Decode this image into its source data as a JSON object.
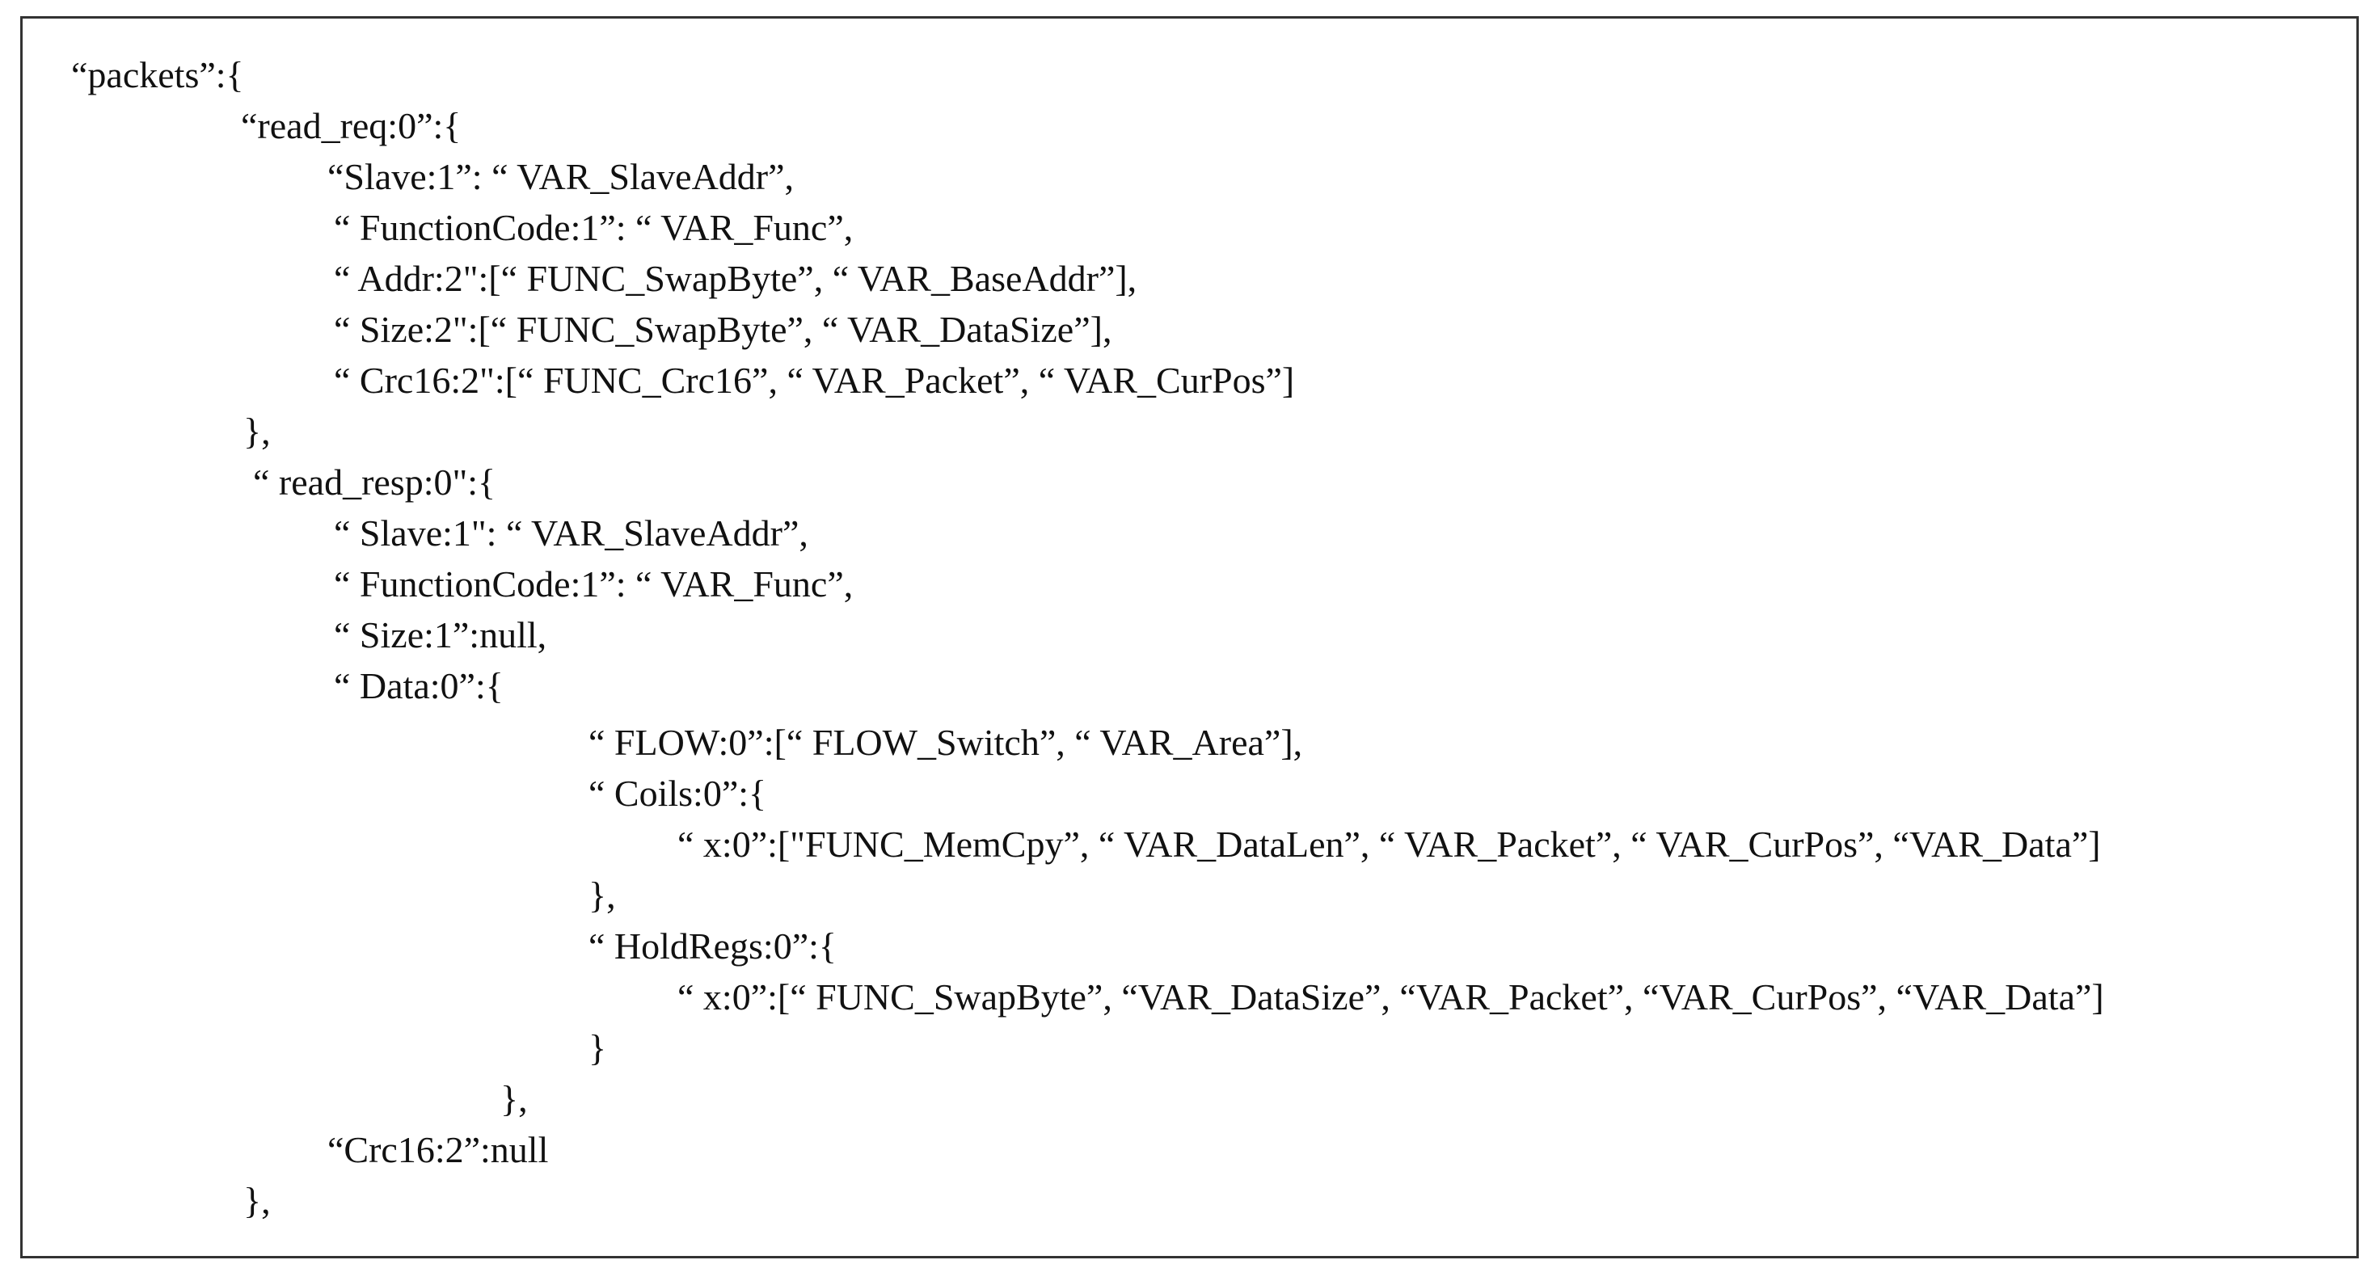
{
  "document": {
    "lines": [
      "“packets”:{",
      "“read_req:0”:{",
      "“Slave:1”: “ VAR_SlaveAddr”,",
      "“ FunctionCode:1”: “ VAR_Func”,",
      "“ Addr:2\":[“ FUNC_SwapByte”, “ VAR_BaseAddr”],",
      "“ Size:2\":[“ FUNC_SwapByte”, “ VAR_DataSize”],",
      "“ Crc16:2\":[“ FUNC_Crc16”, “ VAR_Packet”, “ VAR_CurPos”]",
      "},",
      "“ read_resp:0\":{",
      "“ Slave:1\": “ VAR_SlaveAddr”,",
      "“ FunctionCode:1”: “ VAR_Func”,",
      "“ Size:1”:null,",
      "“ Data:0”:{",
      "“ FLOW:0”:[“ FLOW_Switch”, “ VAR_Area”],",
      "“ Coils:0”:{",
      "“ x:0”:[\"FUNC_MemCpy”, “ VAR_DataLen”, “ VAR_Packet”, “ VAR_CurPos”, “VAR_Data”]",
      "},",
      "“ HoldRegs:0”:{",
      "“ x:0”:[“ FUNC_SwapByte”, “VAR_DataSize”, “VAR_Packet”, “VAR_CurPos”, “VAR_Data”]",
      "}",
      "},",
      "“Crc16:2”:null",
      "},"
    ]
  }
}
